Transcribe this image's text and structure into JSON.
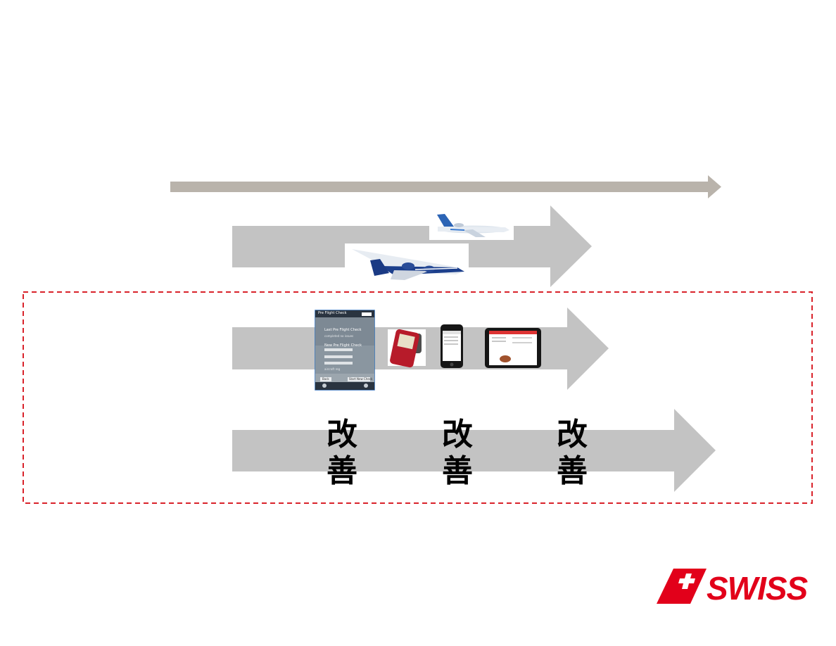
{
  "colors": {
    "timeline_arrow": "#b9b3ab",
    "gray_arrow": "#c3c3c3",
    "dashed_box": "#d9222a",
    "brand_red": "#e2001a"
  },
  "tablet_app": {
    "title": "Pre Flight Check",
    "item1_title": "Last Pre Flight Check",
    "item1_sub": "completed no issues",
    "item2_title": "New Pre Flight Check",
    "item2_sub": "aircraft reg",
    "back_label": "Back",
    "start_label": "Start New Check"
  },
  "kaizen": [
    {
      "top": "改",
      "bottom": "善"
    },
    {
      "top": "改",
      "bottom": "善"
    },
    {
      "top": "改",
      "bottom": "善"
    }
  ],
  "logo": {
    "brand": "SWISS",
    "icon": "swiss-cross-flag-icon"
  }
}
